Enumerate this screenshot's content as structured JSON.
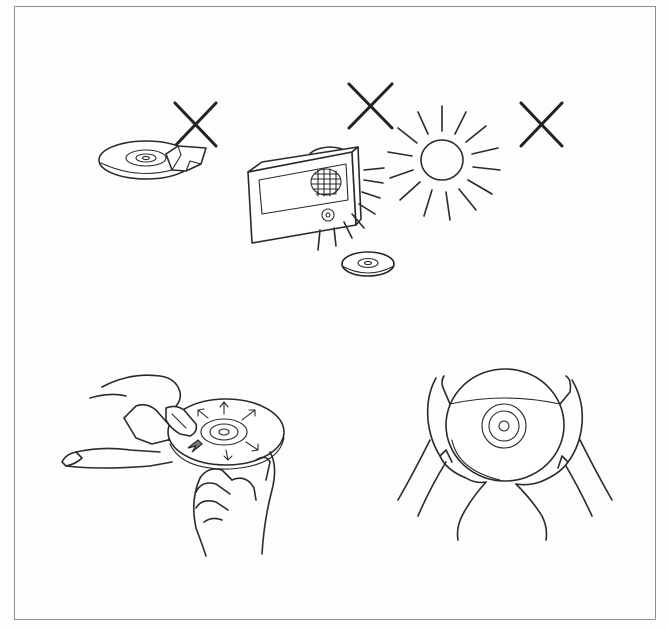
{
  "figure": {
    "panels": [
      {
        "name": "do-not-use-tape",
        "marked_forbidden": true
      },
      {
        "name": "do-not-expose-to-heat",
        "marked_forbidden": true
      },
      {
        "name": "do-not-expose-to-sunlight",
        "marked_forbidden": true
      },
      {
        "name": "clean-disc-outward",
        "marked_forbidden": false
      },
      {
        "name": "hold-disc-by-edges",
        "marked_forbidden": false
      }
    ],
    "colors": {
      "ink": "#2a2a2a",
      "frame": "#8f8f8f",
      "background": "#fdfdfd"
    }
  }
}
